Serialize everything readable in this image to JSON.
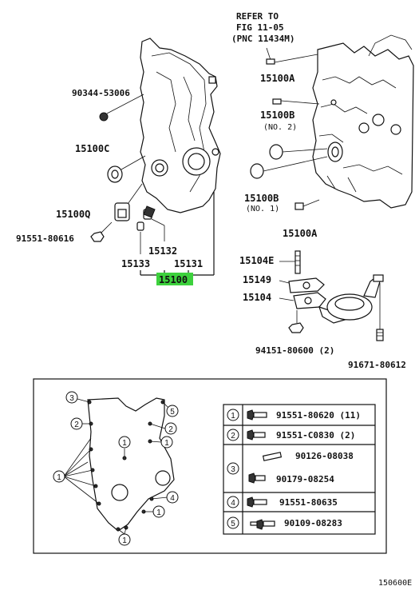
{
  "refer": {
    "line1": "REFER TO",
    "line2": "FIG 11-05",
    "line3": "(PNC 11434M)"
  },
  "parts": {
    "p90344": "90344-53006",
    "p15100C": "15100C",
    "p15100Q": "15100Q",
    "p91551_80616": "91551-80616",
    "p15132": "15132",
    "p15133": "15133",
    "p15131": "15131",
    "p15100": "15100",
    "p15100A_top": "15100A",
    "p15100B_top": "15100B",
    "p15100B_top_sub": "(NO. 2)",
    "p15100B_bot": "15100B",
    "p15100B_bot_sub": "(NO. 1)",
    "p15100A_bot": "15100A",
    "p15104E": "15104E",
    "p15149": "15149",
    "p15104": "15104",
    "p94151": "94151-80600 (2)",
    "p91671": "91671-80612"
  },
  "legend": {
    "rows": [
      {
        "num": "1",
        "codes": [
          "91551-80620 (11)"
        ]
      },
      {
        "num": "2",
        "codes": [
          "91551-C0830 (2)"
        ]
      },
      {
        "num": "3",
        "codes": [
          "90126-08038",
          "90179-08254"
        ]
      },
      {
        "num": "4",
        "codes": [
          "91551-80635"
        ]
      },
      {
        "num": "5",
        "codes": [
          "90109-08283"
        ]
      }
    ]
  },
  "diagram_numbers": {
    "n1": "1",
    "n2": "2",
    "n3": "3",
    "n4": "4",
    "n5": "5"
  },
  "figure_id": "150600E",
  "highlight_color": "#3dd13d"
}
